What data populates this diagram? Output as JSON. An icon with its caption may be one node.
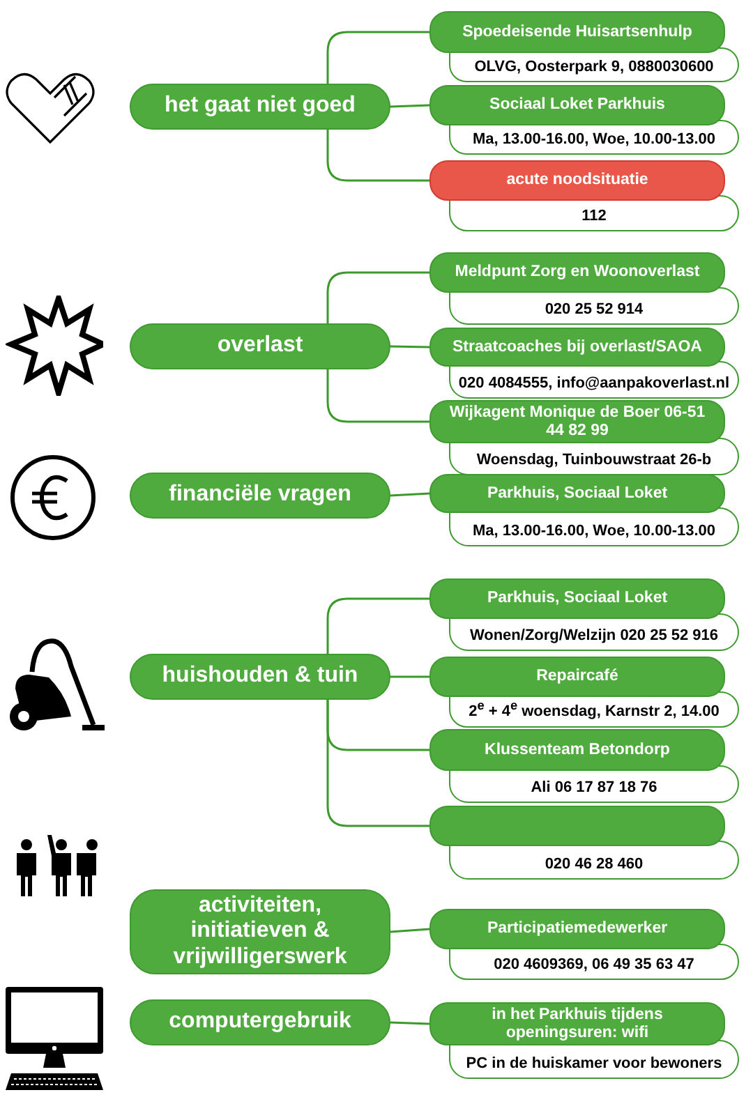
{
  "diagram": {
    "nodes": [
      {
        "text": [
          "het gaat niet goed"
        ]
      },
      {
        "text": [
          "Spoedeisende Huisartsenhulp",
          "OLVG, Oosterpark 9, 0880030600"
        ]
      },
      {
        "text": [
          "Sociaal Loket Parkhuis",
          "Ma, 13.00-16.00, Woe, 10.00-13.00"
        ]
      },
      {
        "text": [
          "acute noodsituatie",
          "112"
        ]
      },
      {
        "text": [
          "overlast"
        ]
      },
      {
        "text": [
          "Meldpunt Zorg en Woonoverlast",
          "020 25 52 914"
        ]
      },
      {
        "text": [
          "Straatcoaches bij overlast/SAOA",
          "020 4084555, info@aanpakoverlast.nl"
        ]
      },
      {
        "text": [
          "Wijkagent Monique de Boer 06-51 44 82 99",
          "Woensdag, Tuinbouwstraat 26-b"
        ]
      },
      {
        "text": [
          "financiële vragen"
        ]
      },
      {
        "text": [
          "Parkhuis, Sociaal Loket",
          "Ma, 13.00-16.00, Woe, 10.00-13.00"
        ]
      },
      {
        "text": [
          "huishouden & tuin"
        ]
      },
      {
        "text": [
          "Parkhuis, Sociaal Loket",
          "Wonen/Zorg/Welzijn 020 25 52 916"
        ]
      },
      {
        "text": [
          "Repaircafé",
          "2$^{e}$ + 4$^{e}$ woensdag, Karnstr 2, 14.00"
        ]
      },
      {
        "text": [
          "Klussenteam Betondorp",
          "Ali 06 17 87 18 76"
        ]
      },
      {
        "text": [
          "020 46 28 460"
        ]
      },
      {
        "text": [
          "activiteiten, initiatieven & vrijwilligerswerk"
        ]
      },
      {
        "text": [
          "Participatiemedewerker",
          "020 4609369, 06 49 35 63 47"
        ]
      },
      {
        "text": [
          "computergebruik"
        ]
      },
      {
        "text": [
          "in het Parkhuis tijdens openingsuren: wifi",
          "PC in de huiskamer voor bewoners"
        ]
      }
    ],
    "edges": [
      {
        "from": 0,
        "to": 1,
        "arrow": "none"
      },
      {
        "from": 0,
        "to": 2,
        "arrow": "none"
      },
      {
        "from": 0,
        "to": 3,
        "arrow": "none"
      },
      {
        "from": 4,
        "to": 5,
        "arrow": "none"
      },
      {
        "from": 4,
        "to": 6,
        "arrow": "none"
      },
      {
        "from": 4,
        "to": 7,
        "arrow": "none"
      },
      {
        "from": 8,
        "to": 9,
        "arrow": "none"
      },
      {
        "from": 10,
        "to": 11,
        "arrow": "none"
      },
      {
        "from": 10,
        "to": 12,
        "arrow": "none"
      },
      {
        "from": 10,
        "to": 13,
        "arrow": "none"
      },
      {
        "from": 10,
        "to": 14,
        "arrow": "none"
      },
      {
        "from": 15,
        "to": 16,
        "arrow": "none"
      },
      {
        "from": 17,
        "to": 18,
        "arrow": "none"
      }
    ]
  }
}
